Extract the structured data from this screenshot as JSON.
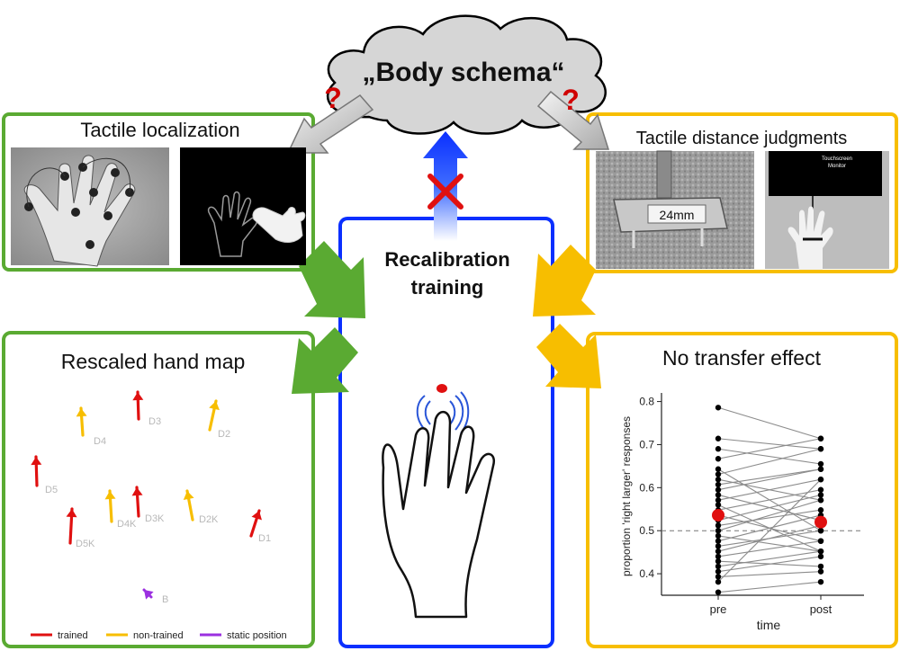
{
  "cloud": {
    "title": "„Body schema“",
    "question_mark": "?"
  },
  "center": {
    "title_line1": "Recalibration",
    "title_line2": "training"
  },
  "panels": {
    "tactile_localization": {
      "title": "Tactile localization"
    },
    "tactile_distance": {
      "title": "Tactile distance judgments",
      "probe_label": "24mm",
      "monitor_label_line1": "Touchscreen",
      "monitor_label_line2": "Monitor"
    },
    "hand_map": {
      "title": "Rescaled hand map"
    },
    "no_transfer": {
      "title": "No transfer effect"
    }
  },
  "colors": {
    "green": "#5aaa32",
    "yellow": "#f7be00",
    "blue": "#0a2fff",
    "red": "#e01010",
    "purple": "#9b30e0",
    "gray_label": "#b8b8b8"
  },
  "hand_map": {
    "arrows": [
      {
        "label": "D3",
        "group": "trained"
      },
      {
        "label": "D2",
        "group": "non-trained"
      },
      {
        "label": "D4",
        "group": "non-trained"
      },
      {
        "label": "D5",
        "group": "trained"
      },
      {
        "label": "D4K",
        "group": "non-trained"
      },
      {
        "label": "D3K",
        "group": "trained"
      },
      {
        "label": "D2K",
        "group": "non-trained"
      },
      {
        "label": "D5K",
        "group": "trained"
      },
      {
        "label": "D1",
        "group": "trained"
      },
      {
        "label": "B",
        "group": "static"
      }
    ],
    "legend": [
      {
        "label": "trained",
        "color": "#e01010"
      },
      {
        "label": "non-trained",
        "color": "#f7be00"
      },
      {
        "label": "static position",
        "color": "#9b30e0"
      }
    ]
  },
  "chart_data": {
    "type": "scatter",
    "xlabel": "time",
    "ylabel": "proportion 'right larger' responses",
    "categories": [
      "pre",
      "post"
    ],
    "ylim": [
      0.35,
      0.82
    ],
    "yticks": [
      0.4,
      0.5,
      0.6,
      0.7,
      0.8
    ],
    "ytick_labels": [
      "0.4",
      "0.5",
      "0.6",
      "0.7",
      "0.8"
    ],
    "reference_line": 0.5,
    "pairs": [
      [
        0.786,
        0.714
      ],
      [
        0.714,
        0.69
      ],
      [
        0.69,
        0.655
      ],
      [
        0.667,
        0.714
      ],
      [
        0.643,
        0.5
      ],
      [
        0.631,
        0.69
      ],
      [
        0.619,
        0.571
      ],
      [
        0.607,
        0.643
      ],
      [
        0.595,
        0.643
      ],
      [
        0.583,
        0.524
      ],
      [
        0.571,
        0.619
      ],
      [
        0.56,
        0.452
      ],
      [
        0.548,
        0.595
      ],
      [
        0.536,
        0.476
      ],
      [
        0.524,
        0.583
      ],
      [
        0.512,
        0.548
      ],
      [
        0.5,
        0.571
      ],
      [
        0.488,
        0.452
      ],
      [
        0.476,
        0.536
      ],
      [
        0.464,
        0.5
      ],
      [
        0.452,
        0.512
      ],
      [
        0.44,
        0.476
      ],
      [
        0.429,
        0.417
      ],
      [
        0.417,
        0.452
      ],
      [
        0.405,
        0.44
      ],
      [
        0.393,
        0.405
      ],
      [
        0.381,
        0.619
      ],
      [
        0.357,
        0.381
      ]
    ],
    "means": [
      0.536,
      0.52
    ]
  }
}
